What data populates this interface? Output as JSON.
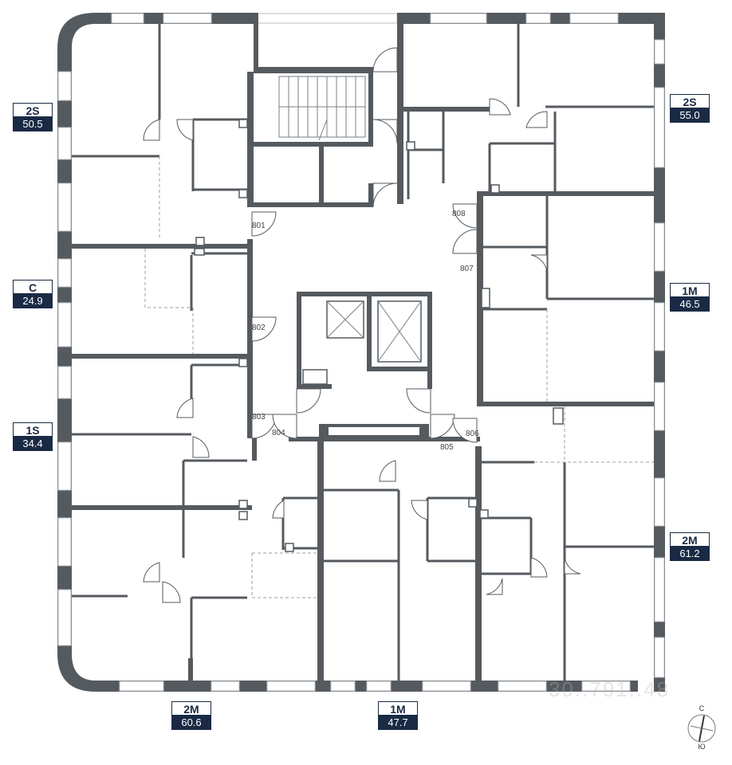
{
  "apartments": [
    {
      "type": "2S",
      "area": "50.5"
    },
    {
      "type": "C",
      "area": "24.9"
    },
    {
      "type": "1S",
      "area": "34.4"
    },
    {
      "type": "2M",
      "area": "60.6"
    },
    {
      "type": "1M",
      "area": "47.7"
    },
    {
      "type": "2M",
      "area": "61.2"
    },
    {
      "type": "1M",
      "area": "46.5"
    },
    {
      "type": "2S",
      "area": "55.0"
    }
  ],
  "unit_numbers": [
    "801",
    "802",
    "803",
    "804",
    "805",
    "806",
    "807",
    "808"
  ],
  "compass": {
    "north": "С",
    "south": "Ю"
  },
  "watermark": "30..791..48",
  "colors": {
    "wall": "#555a5f",
    "label_dark": "#1a2a45"
  }
}
